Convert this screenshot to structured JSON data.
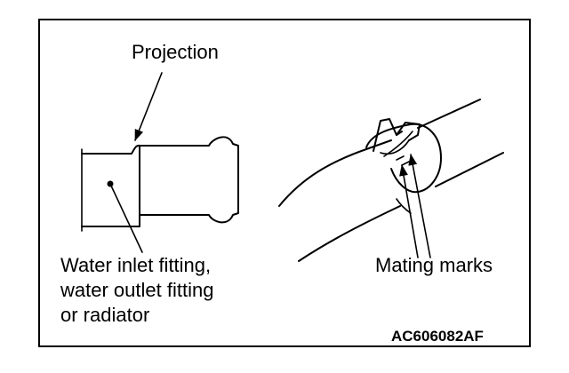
{
  "labels": {
    "projection": "Projection",
    "fitting_line1": "Water inlet fitting,",
    "fitting_line2": "water outlet fitting",
    "fitting_line3": "or radiator",
    "mating_marks": "Mating marks"
  },
  "reference_code": "AC606082AF"
}
